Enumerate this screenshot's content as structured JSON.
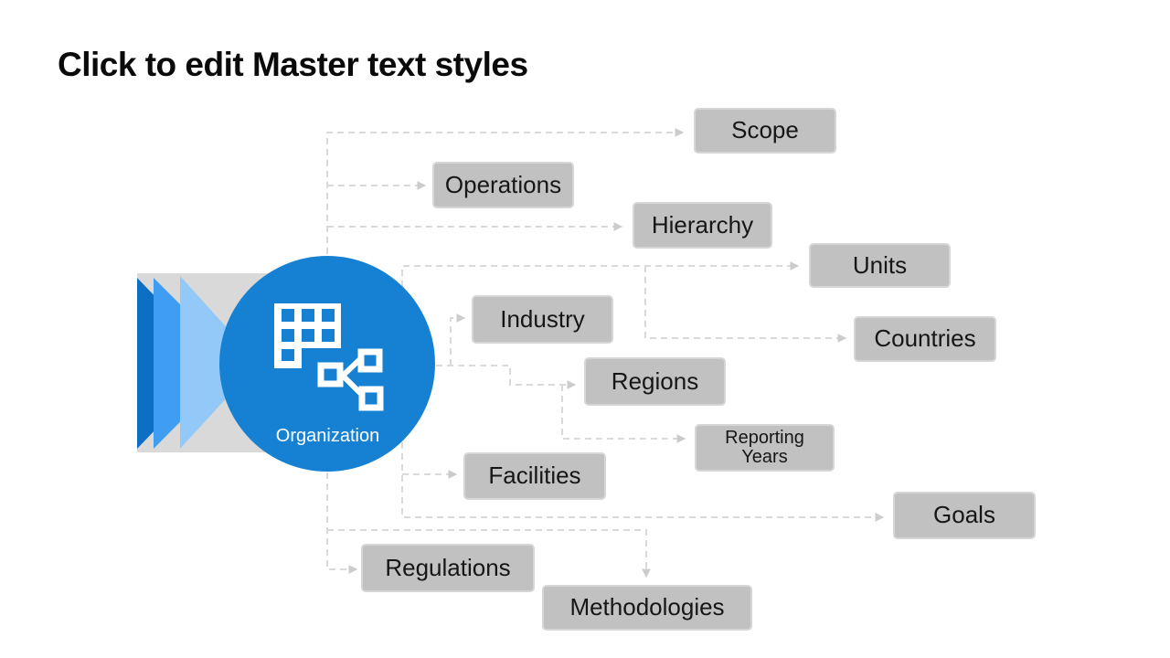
{
  "slide": {
    "title": "Click to edit Master text styles",
    "background_color": "#ffffff",
    "title_color": "#0a0a0a"
  },
  "center_node": {
    "label": "Organization",
    "icon": "org-chart-building-icon",
    "shape": "circle",
    "fill_color": "#1681d2",
    "label_color": "#ffffff"
  },
  "decoration": {
    "panel_color": "#d9d9d9",
    "triangle_colors": [
      "#0c6fc4",
      "#3f9ef2",
      "#92c9f8"
    ]
  },
  "connector_style": {
    "type": "dashed-elbow-arrow",
    "line_color": "#d9d9d9",
    "arrow_color": "#cccccc"
  },
  "nodes": [
    {
      "id": "scope",
      "label": "Scope"
    },
    {
      "id": "operations",
      "label": "Operations"
    },
    {
      "id": "hierarchy",
      "label": "Hierarchy"
    },
    {
      "id": "units",
      "label": "Units"
    },
    {
      "id": "countries",
      "label": "Countries"
    },
    {
      "id": "industry",
      "label": "Industry"
    },
    {
      "id": "regions",
      "label": "Regions"
    },
    {
      "id": "reporting_years",
      "label": "Reporting Years"
    },
    {
      "id": "facilities",
      "label": "Facilities"
    },
    {
      "id": "goals",
      "label": "Goals"
    },
    {
      "id": "regulations",
      "label": "Regulations"
    },
    {
      "id": "methodologies",
      "label": "Methodologies"
    }
  ],
  "node_fill_color": "#c1c1c1",
  "node_text_color": "#161616",
  "connections": [
    {
      "from": "Organization",
      "to": "Scope"
    },
    {
      "from": "Organization",
      "to": "Operations"
    },
    {
      "from": "Organization",
      "to": "Hierarchy"
    },
    {
      "from": "Organization",
      "to": "Units"
    },
    {
      "from": "Organization",
      "to": "Countries"
    },
    {
      "from": "Organization",
      "to": "Industry"
    },
    {
      "from": "Organization",
      "to": "Regions"
    },
    {
      "from": "Organization",
      "to": "Reporting Years"
    },
    {
      "from": "Organization",
      "to": "Facilities"
    },
    {
      "from": "Organization",
      "to": "Goals"
    },
    {
      "from": "Organization",
      "to": "Regulations"
    },
    {
      "from": "Organization",
      "to": "Methodologies"
    }
  ]
}
